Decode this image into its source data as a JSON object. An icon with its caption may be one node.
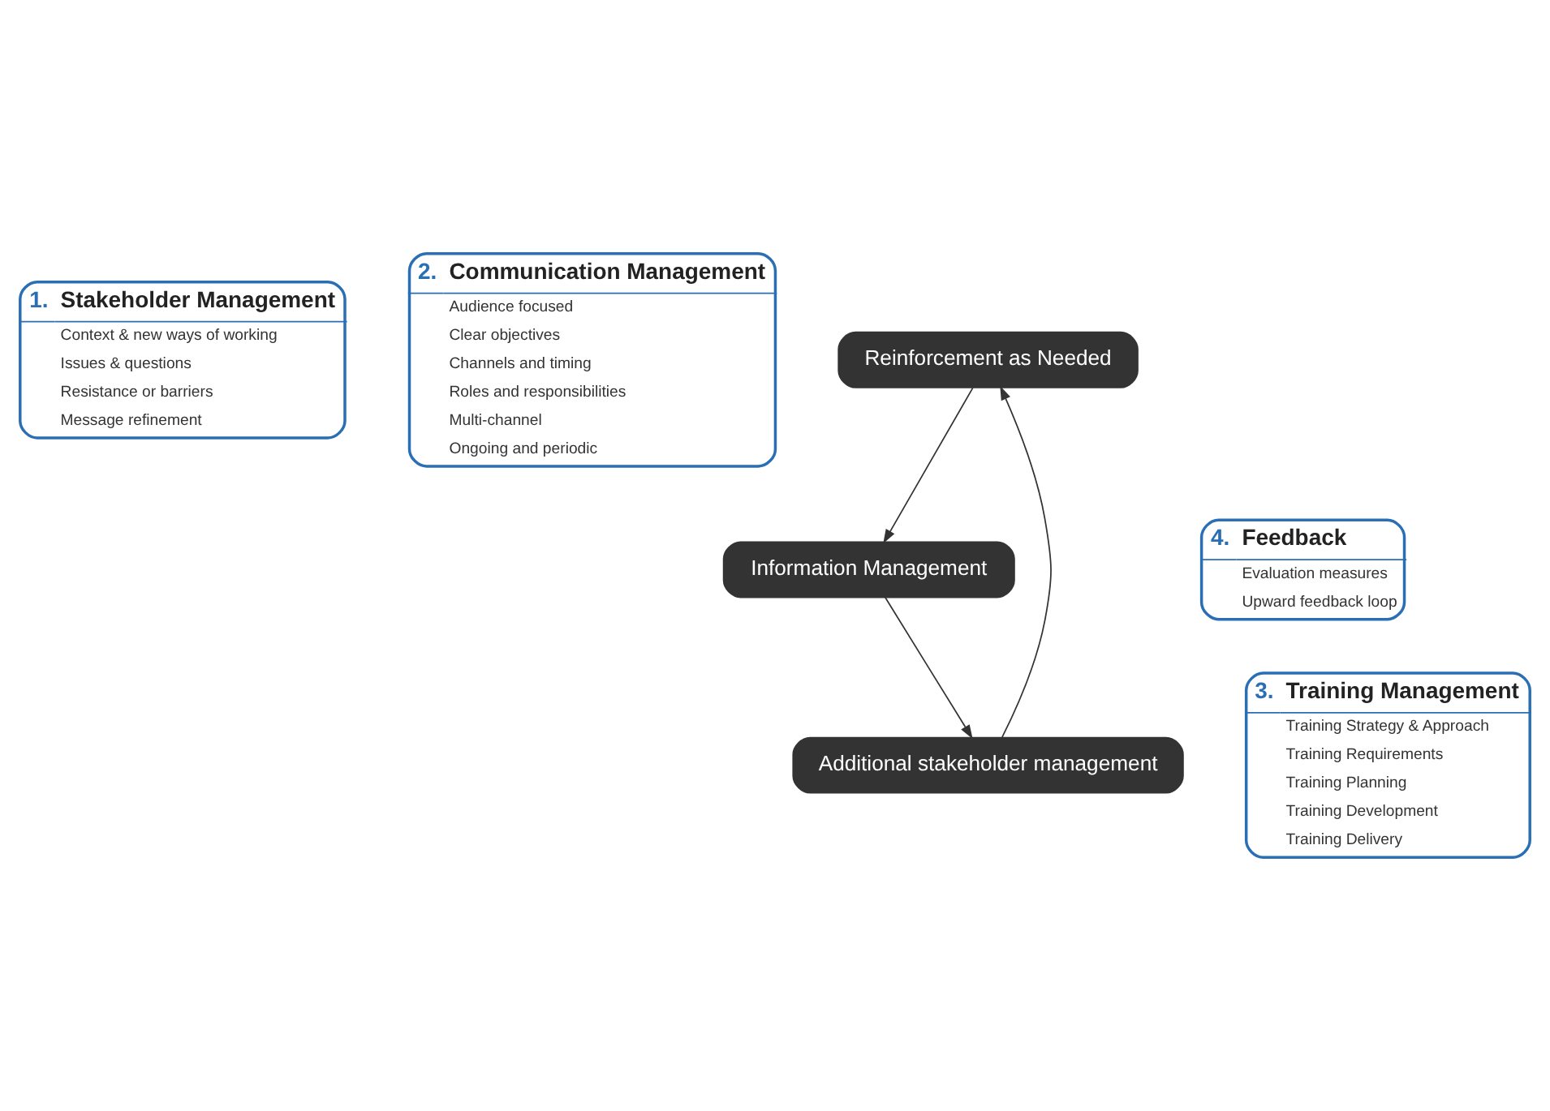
{
  "diagram": {
    "nodes": [
      {
        "text": [
          "1.",
          "Stakeholder Management",
          "Context & new ways of working",
          "Issues & questions",
          "Resistance or barriers",
          "Message refinement"
        ]
      },
      {
        "text": [
          "2.",
          "Communication Management",
          "Audience focused",
          "Clear objectives",
          "Channels and timing",
          "Roles and responsibilities",
          "Multi-channel",
          "Ongoing and periodic"
        ]
      },
      {
        "text": [
          "Reinforcement as Needed"
        ]
      },
      {
        "text": [
          "Information Management"
        ]
      },
      {
        "text": [
          "4.",
          "Feedback",
          "Evaluation measures",
          "Upward feedback loop"
        ]
      },
      {
        "text": [
          "3.",
          "Training Management",
          "Training Strategy & Approach",
          "Training Requirements",
          "Training Planning",
          "Training Development",
          "Training Delivery"
        ]
      },
      {
        "text": [
          "Additional stakeholder management"
        ]
      }
    ],
    "edges": [
      {
        "from": 2,
        "to": 3,
        "arrow": "to"
      },
      {
        "from": 3,
        "to": 6,
        "arrow": "to"
      },
      {
        "from": 6,
        "to": 2,
        "arrow": "to"
      }
    ]
  }
}
